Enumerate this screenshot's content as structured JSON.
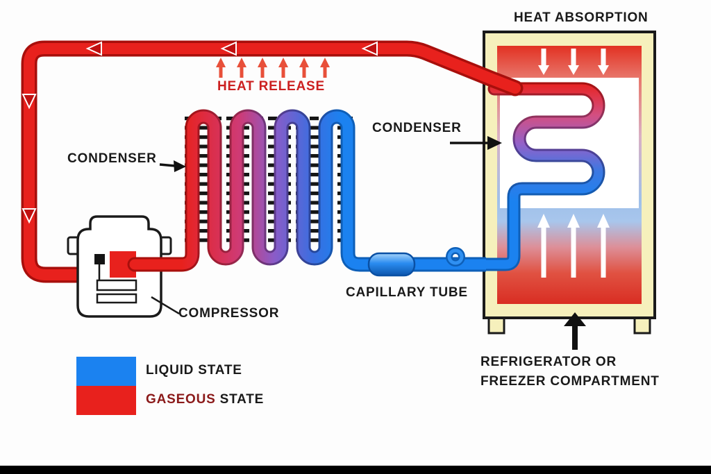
{
  "diagram": {
    "subject": "refrigeration-cycle",
    "labels": {
      "heat_absorption": "HEAT ABSORPTION",
      "heat_release": "HEAT RELEASE",
      "condenser_left": "CONDENSER",
      "condenser_right": "CONDENSER",
      "capillary_tube": "CAPILLARY TUBE",
      "compressor": "COMPRESSOR",
      "refrigerator_line1": "REFRIGERATOR OR",
      "refrigerator_line2": "FREEZER COMPARTMENT"
    },
    "legend": {
      "liquid": {
        "label": "LIQUID STATE",
        "color": "#1b82f0"
      },
      "gaseous": {
        "word": "GASEOUS",
        "rest": "STATE",
        "color": "#e8211d"
      }
    },
    "colors": {
      "liquid_state": "#1b82f0",
      "gaseous_state": "#e8211d",
      "transition_purple": "#8a5cc8",
      "heat_release_text": "#cc2020",
      "gaseous_word_text": "#8b1a1a",
      "cabinet_yellow": "#f6f0bc",
      "fins_black": "#151515",
      "label_text": "#1a1a1a"
    }
  }
}
